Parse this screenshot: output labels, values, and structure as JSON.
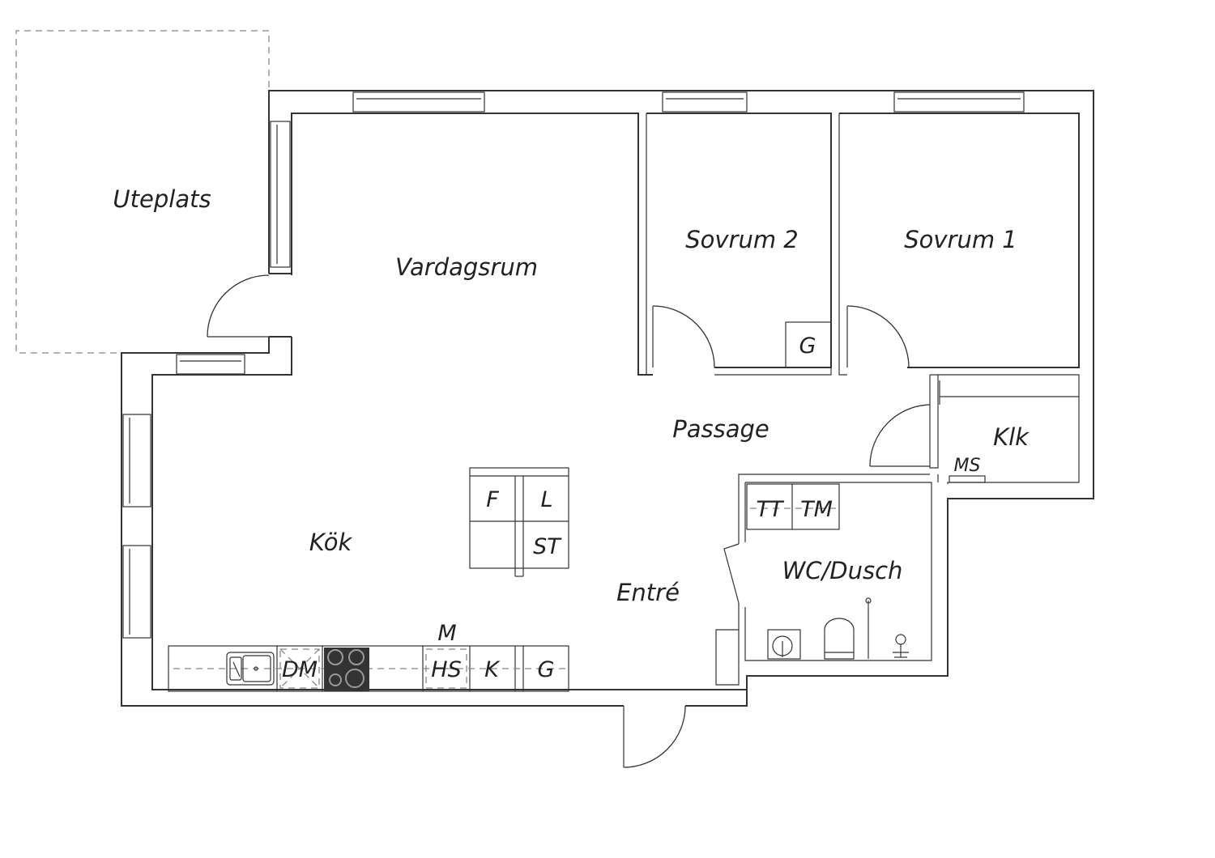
{
  "colors": {
    "line": "#333333",
    "background": "#ffffff",
    "cooktop": "#333333"
  },
  "rooms": {
    "uteplats": "Uteplats",
    "vardagsrum": "Vardagsrum",
    "sovrum2": "Sovrum 2",
    "sovrum1": "Sovrum 1",
    "passage": "Passage",
    "klk": "Klk",
    "kok": "Kök",
    "entre": "Entré",
    "wc": "WC/Dusch"
  },
  "fixtures": {
    "g_bedroom": "G",
    "ms": "MS",
    "f": "F",
    "l": "L",
    "st": "ST",
    "tt": "TT",
    "tm": "TM",
    "m": "M",
    "dm": "DM",
    "hs": "HS",
    "k": "K",
    "g_kitchen": "G"
  }
}
